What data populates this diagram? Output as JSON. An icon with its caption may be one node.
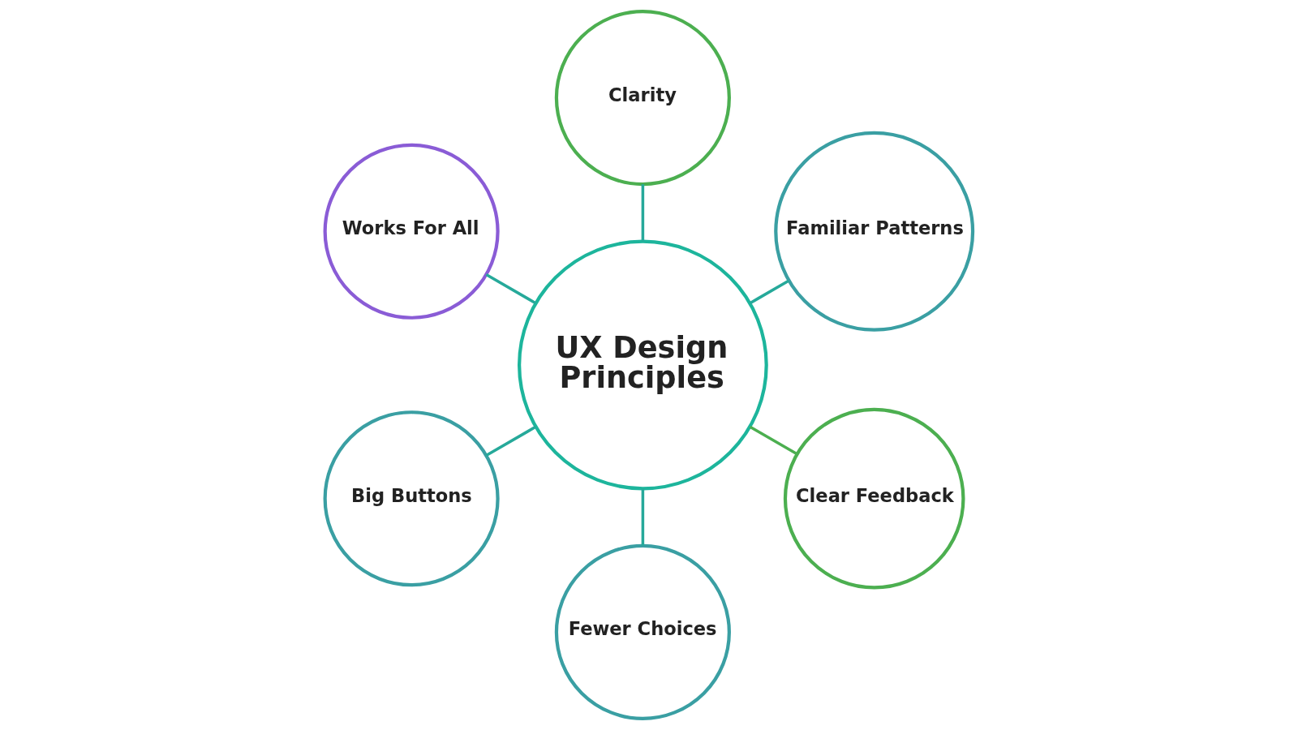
{
  "diagram": {
    "nodes": [
      {
        "text": [
          "UX Design Principles"
        ]
      },
      {
        "text": [
          "Clarity"
        ]
      },
      {
        "text": [
          "Works For All"
        ]
      },
      {
        "text": [
          "Familiar Patterns"
        ]
      },
      {
        "text": [
          "Big Buttons"
        ]
      },
      {
        "text": [
          "Clear Feedback"
        ]
      },
      {
        "text": [
          "Fewer Choices"
        ]
      }
    ],
    "edges": [
      {
        "from": 0,
        "to": 1,
        "arrow": "none"
      },
      {
        "from": 0,
        "to": 3,
        "arrow": "none"
      },
      {
        "from": 0,
        "to": 5,
        "arrow": "none",
        "color": "#4caf50"
      },
      {
        "from": 0,
        "to": 6,
        "arrow": "none"
      },
      {
        "from": 0,
        "to": 4,
        "arrow": "none"
      },
      {
        "from": 0,
        "to": 2,
        "arrow": "none"
      }
    ]
  }
}
